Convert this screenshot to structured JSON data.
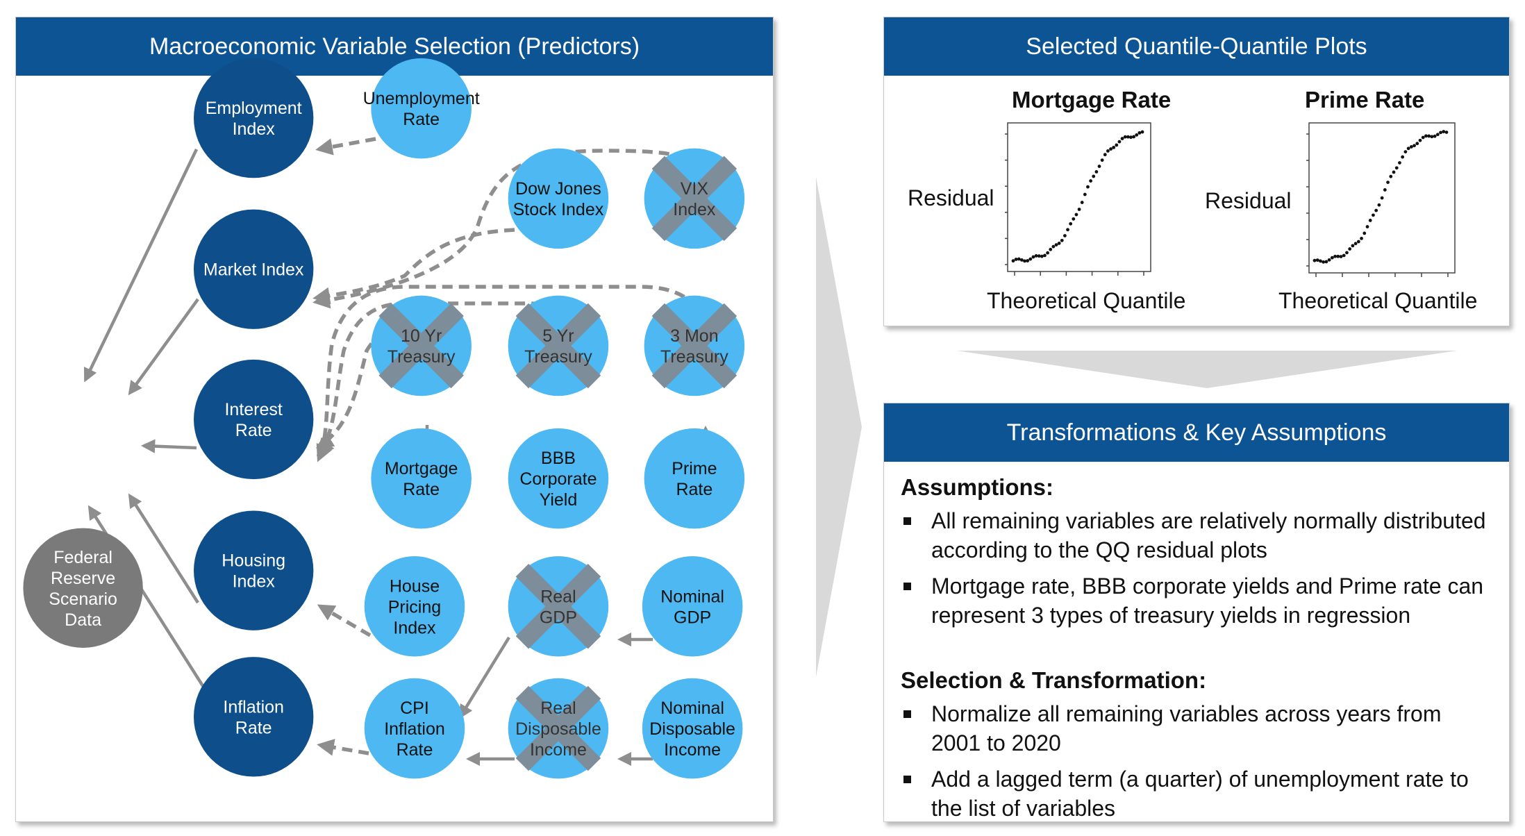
{
  "left_panel": {
    "title": "Macroeconomic Variable Selection (Predictors)"
  },
  "nodes": {
    "federal_reserve": {
      "lines": [
        "Federal",
        "Reserve",
        "Scenario",
        "Data"
      ]
    },
    "employment_index": {
      "lines": [
        "Employment",
        "Index"
      ]
    },
    "market_index": {
      "lines": [
        "Market Index"
      ]
    },
    "interest_rate": {
      "lines": [
        "Interest",
        "Rate"
      ]
    },
    "housing_index": {
      "lines": [
        "Housing",
        "Index"
      ]
    },
    "inflation_rate": {
      "lines": [
        "Inflation",
        "Rate"
      ]
    },
    "unemployment_rate": {
      "lines": [
        "Unemployment",
        "Rate"
      ]
    },
    "dow_jones": {
      "lines": [
        "Dow Jones",
        "Stock Index"
      ]
    },
    "vix_index": {
      "lines": [
        "VIX",
        "Index"
      ]
    },
    "ten_yr_treasury": {
      "lines": [
        "10 Yr",
        "Treasury"
      ]
    },
    "five_yr_treasury": {
      "lines": [
        "5 Yr",
        "Treasury"
      ]
    },
    "three_mon_treasury": {
      "lines": [
        "3 Mon",
        "Treasury"
      ]
    },
    "mortgage_rate": {
      "lines": [
        "Mortgage",
        "Rate"
      ]
    },
    "bbb_yield": {
      "lines": [
        "BBB",
        "Corporate",
        "Yield"
      ]
    },
    "prime_rate": {
      "lines": [
        "Prime",
        "Rate"
      ]
    },
    "house_pricing": {
      "lines": [
        "House",
        "Pricing",
        "Index"
      ]
    },
    "real_gdp": {
      "lines": [
        "Real",
        "GDP"
      ]
    },
    "nominal_gdp": {
      "lines": [
        "Nominal",
        "GDP"
      ]
    },
    "cpi_inflation": {
      "lines": [
        "CPI",
        "Inflation",
        "Rate"
      ]
    },
    "real_disposable": {
      "lines": [
        "Real",
        "Disposable",
        "Income"
      ]
    },
    "nominal_disposable": {
      "lines": [
        "Nominal",
        "Disposable",
        "Income"
      ]
    }
  },
  "colors": {
    "header_blue": "#0d5494",
    "dark_node": "#0e4f8b",
    "light_node": "#4db8f2",
    "gray_node": "#7a7a7a",
    "excluded_x": "#7d8d99",
    "connector": "#8e8e8e",
    "chevron": "#d9d9d9"
  },
  "qq_panel": {
    "title": "Selected Quantile-Quantile Plots",
    "plots": [
      {
        "title": "Mortgage Rate",
        "ylabel": "Residual",
        "xlabel": "Theoretical Quantile"
      },
      {
        "title": "Prime Rate",
        "ylabel": "Residual",
        "xlabel": "Theoretical Quantile"
      }
    ]
  },
  "assumptions_panel": {
    "title": "Transformations & Key Assumptions",
    "sections": [
      {
        "heading": "Assumptions:",
        "bullets": [
          "All remaining variables are relatively normally distributed according to the QQ residual plots",
          "Mortgage rate, BBB corporate yields and Prime rate can represent 3 types of treasury yields in regression"
        ]
      },
      {
        "heading": "Selection & Transformation:",
        "bullets": [
          "Normalize all remaining variables across years from 2001 to 2020",
          "Add a lagged term (a quarter) of unemployment rate to the list of variables"
        ]
      }
    ]
  }
}
